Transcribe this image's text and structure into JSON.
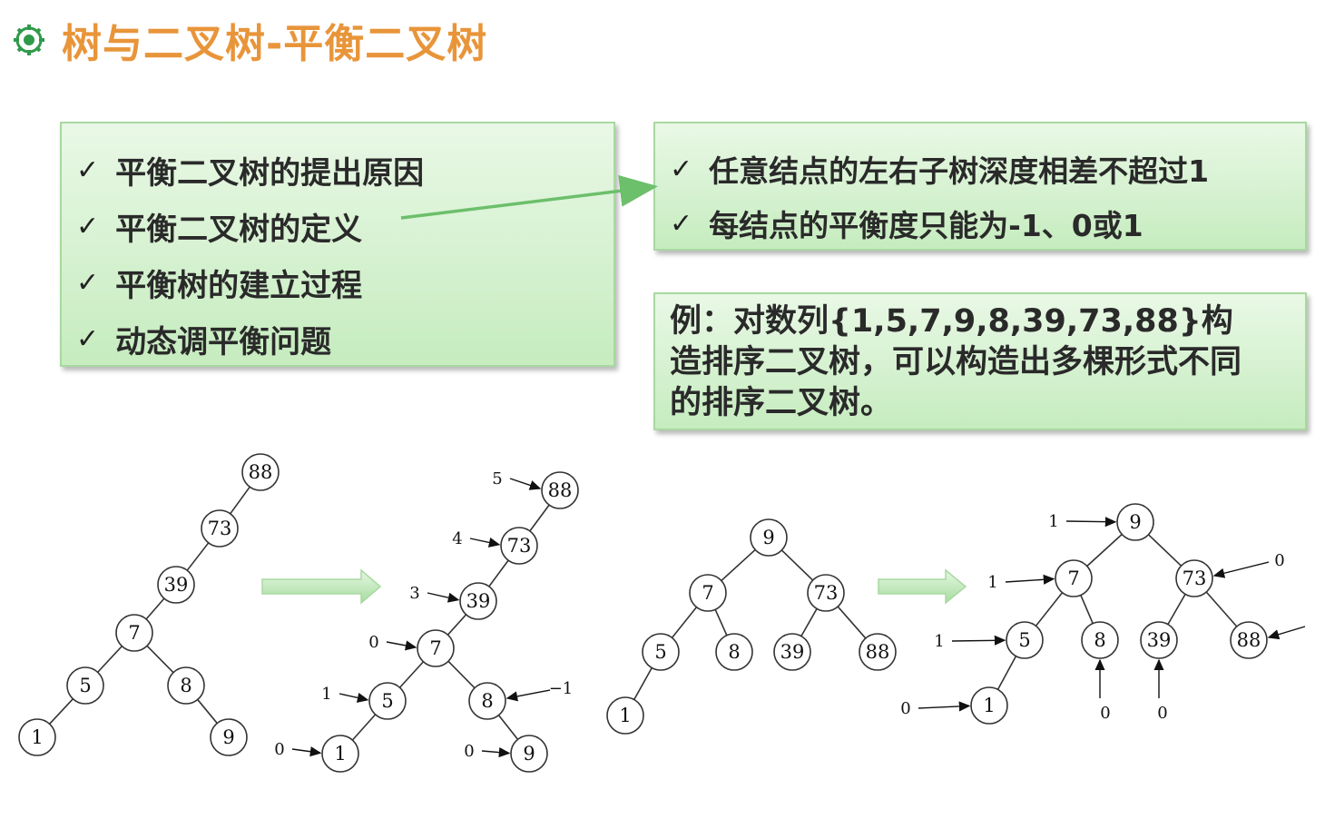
{
  "title": "树与二叉树-平衡二叉树",
  "colors": {
    "title": "#e8953a",
    "bullet": "#2f9a4a",
    "box_border": "#a8d9a0",
    "arrow": "#6cbf6b"
  },
  "topics": [
    "平衡二叉树的提出原因",
    "平衡二叉树的定义",
    "平衡树的建立过程",
    "动态调平衡问题"
  ],
  "definition": [
    "任意结点的左右子树深度相差不超过1",
    "每结点的平衡度只能为-1、0或1"
  ],
  "example": "例：对数列{1,5,7,9,8,39,73,88}构\n造排序二叉树，可以构造出多棵形式不同\n的排序二叉树。",
  "check_mark": "✓",
  "trees": [
    {
      "nodes": [
        {
          "id": "88",
          "label": "88"
        },
        {
          "id": "73",
          "label": "73"
        },
        {
          "id": "39",
          "label": "39"
        },
        {
          "id": "7",
          "label": "7"
        },
        {
          "id": "5",
          "label": "5"
        },
        {
          "id": "8",
          "label": "8"
        },
        {
          "id": "1",
          "label": "1"
        },
        {
          "id": "9",
          "label": "9"
        }
      ],
      "edges": [
        [
          "88",
          "73"
        ],
        [
          "73",
          "39"
        ],
        [
          "39",
          "7"
        ],
        [
          "7",
          "5"
        ],
        [
          "7",
          "8"
        ],
        [
          "5",
          "1"
        ],
        [
          "8",
          "9"
        ]
      ]
    },
    {
      "nodes": [
        {
          "id": "88",
          "label": "88",
          "bf": "5"
        },
        {
          "id": "73",
          "label": "73",
          "bf": "4"
        },
        {
          "id": "39",
          "label": "39",
          "bf": "3"
        },
        {
          "id": "7",
          "label": "7",
          "bf": "0"
        },
        {
          "id": "5",
          "label": "5",
          "bf": "1"
        },
        {
          "id": "8",
          "label": "8",
          "bf": "−1"
        },
        {
          "id": "1",
          "label": "1",
          "bf": "0"
        },
        {
          "id": "9",
          "label": "9",
          "bf": "0"
        }
      ],
      "edges": [
        [
          "88",
          "73"
        ],
        [
          "73",
          "39"
        ],
        [
          "39",
          "7"
        ],
        [
          "7",
          "5"
        ],
        [
          "7",
          "8"
        ],
        [
          "5",
          "1"
        ],
        [
          "8",
          "9"
        ]
      ]
    },
    {
      "nodes": [
        {
          "id": "9",
          "label": "9"
        },
        {
          "id": "7",
          "label": "7"
        },
        {
          "id": "73",
          "label": "73"
        },
        {
          "id": "5",
          "label": "5"
        },
        {
          "id": "8",
          "label": "8"
        },
        {
          "id": "39",
          "label": "39"
        },
        {
          "id": "88",
          "label": "88"
        },
        {
          "id": "1",
          "label": "1"
        }
      ],
      "edges": [
        [
          "9",
          "7"
        ],
        [
          "9",
          "73"
        ],
        [
          "7",
          "5"
        ],
        [
          "7",
          "8"
        ],
        [
          "73",
          "39"
        ],
        [
          "73",
          "88"
        ],
        [
          "5",
          "1"
        ]
      ]
    },
    {
      "nodes": [
        {
          "id": "9",
          "label": "9",
          "bf": "1"
        },
        {
          "id": "7",
          "label": "7",
          "bf": "1"
        },
        {
          "id": "73",
          "label": "73",
          "bf": "0"
        },
        {
          "id": "5",
          "label": "5",
          "bf": "1"
        },
        {
          "id": "8",
          "label": "8",
          "bf": "0"
        },
        {
          "id": "39",
          "label": "39",
          "bf": "0"
        },
        {
          "id": "88",
          "label": "88",
          "bf": ""
        },
        {
          "id": "1",
          "label": "1",
          "bf": "0"
        }
      ],
      "edges": [
        [
          "9",
          "7"
        ],
        [
          "9",
          "73"
        ],
        [
          "7",
          "5"
        ],
        [
          "7",
          "8"
        ],
        [
          "73",
          "39"
        ],
        [
          "73",
          "88"
        ],
        [
          "5",
          "1"
        ]
      ]
    }
  ]
}
